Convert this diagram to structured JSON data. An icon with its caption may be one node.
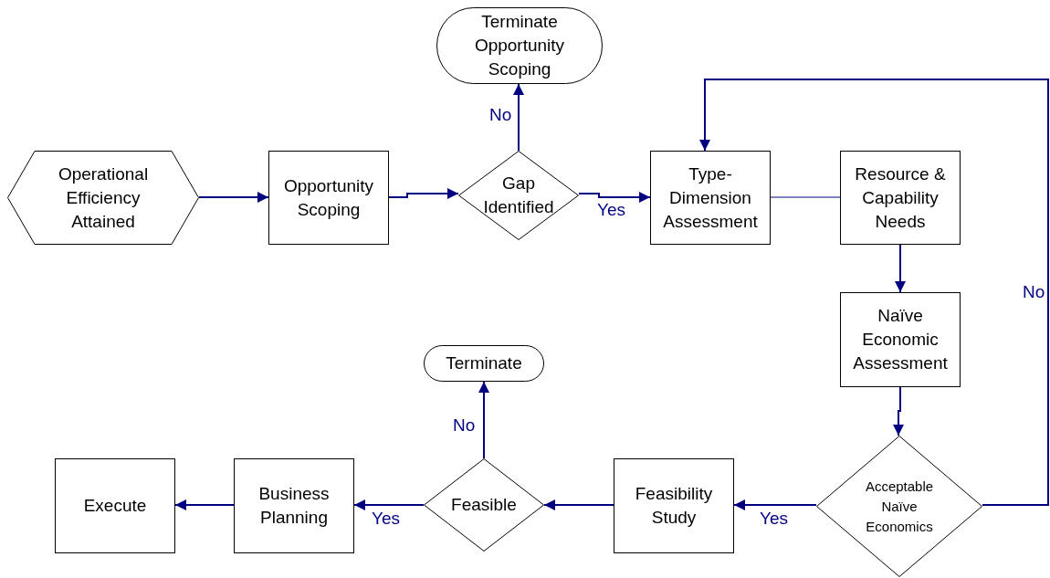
{
  "diagram": {
    "nodes": [
      {
        "text": [
          "Operational Efficiency Attained"
        ]
      },
      {
        "text": [
          "Opportunity Scoping"
        ]
      },
      {
        "text": [
          "Gap Identified"
        ]
      },
      {
        "text": [
          "Terminate Opportunity Scoping"
        ]
      },
      {
        "text": [
          "Type-Dimension Assessment"
        ]
      },
      {
        "text": [
          "Resource & Capability Needs"
        ]
      },
      {
        "text": [
          "Naïve Economic Assessment"
        ]
      },
      {
        "text": [
          "Acceptable Naïve Economics"
        ]
      },
      {
        "text": [
          "Feasibility Study"
        ]
      },
      {
        "text": [
          "Feasible"
        ]
      },
      {
        "text": [
          "Terminate"
        ]
      },
      {
        "text": [
          "Business Planning"
        ]
      },
      {
        "text": [
          "Execute"
        ]
      }
    ],
    "edges": [
      {
        "from": 0,
        "to": 1,
        "arrow": "to"
      },
      {
        "from": 1,
        "to": 2,
        "arrow": "to"
      },
      {
        "from": 2,
        "to": 3,
        "arrow": "to",
        "label": "No"
      },
      {
        "from": 2,
        "to": 4,
        "arrow": "to",
        "label": "Yes"
      },
      {
        "from": 4,
        "to": 5,
        "arrow": "none"
      },
      {
        "from": 5,
        "to": 6,
        "arrow": "to"
      },
      {
        "from": 6,
        "to": 7,
        "arrow": "to"
      },
      {
        "from": 7,
        "to": 4,
        "arrow": "to",
        "label": "No"
      },
      {
        "from": 7,
        "to": 8,
        "arrow": "to",
        "label": "Yes"
      },
      {
        "from": 8,
        "to": 9,
        "arrow": "to"
      },
      {
        "from": 9,
        "to": 10,
        "arrow": "to",
        "label": "No"
      },
      {
        "from": 9,
        "to": 11,
        "arrow": "to",
        "label": "Yes"
      },
      {
        "from": 11,
        "to": 12,
        "arrow": "to"
      }
    ]
  }
}
